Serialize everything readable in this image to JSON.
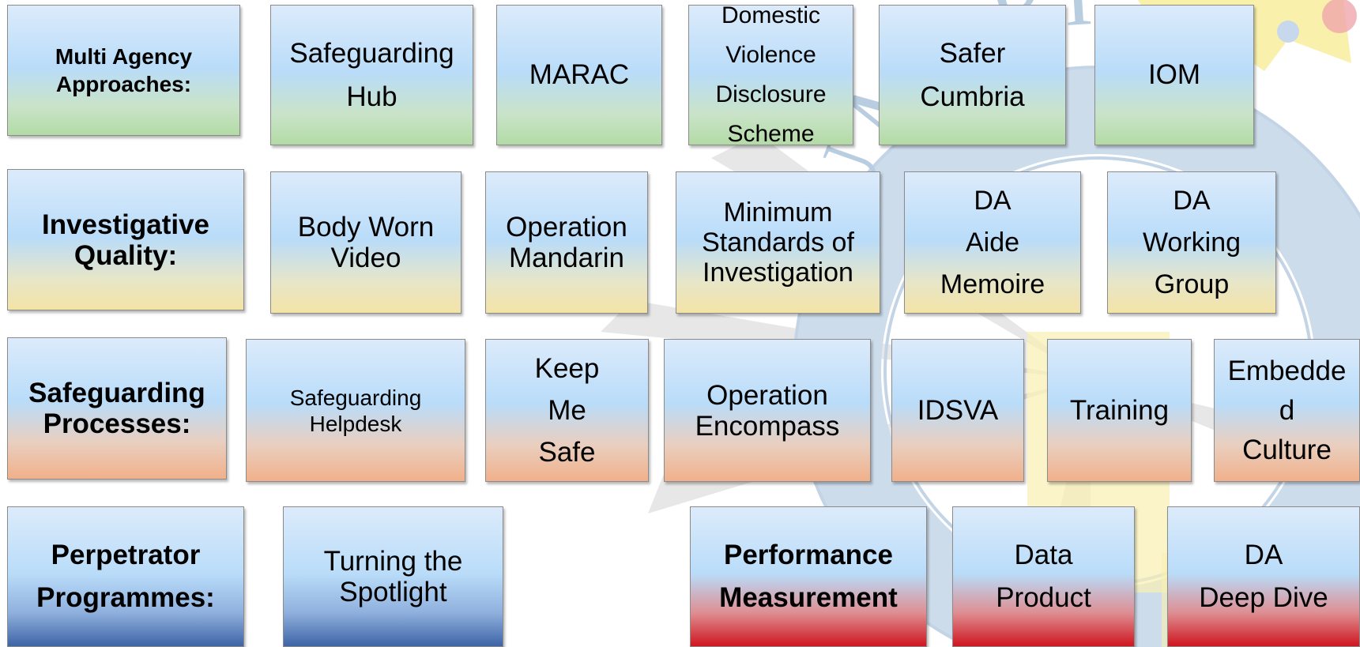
{
  "rows": {
    "multi_agency": {
      "header": "Multi Agency\nApproaches:",
      "items": [
        "Safeguarding\nHub",
        "MARAC",
        "Domestic\nViolence\nDisclosure\nScheme",
        "Safer\nCumbria",
        "IOM"
      ]
    },
    "investigative": {
      "header": "Investigative\nQuality:",
      "items": [
        "Body Worn\nVideo",
        "Operation\nMandarin",
        "Minimum\nStandards of\nInvestigation",
        "DA\nAide\nMemoire",
        "DA\nWorking\nGroup"
      ]
    },
    "safeguarding": {
      "header": "Safeguarding\nProcesses:",
      "items": [
        "Safeguarding\nHelpdesk",
        "Keep\nMe\nSafe",
        "Operation\nEncompass",
        "IDSVA",
        "Training",
        "Embedde\nd\nCulture"
      ]
    },
    "perpetrator": {
      "header": "Perpetrator\nProgrammes:",
      "items": [
        "Turning the\nSpotlight"
      ]
    },
    "performance": {
      "header": "Performance\nMeasurement",
      "items": [
        "Data\nProduct",
        "DA\nDeep Dive"
      ]
    }
  },
  "colors": {
    "row1_accent": "#b3dba6",
    "row2_accent": "#f3e3a6",
    "row3_accent": "#f1b08a",
    "row4_accent": "#3d64a6",
    "row4_alt_accent": "#cf151f",
    "box_top": "#b9dcf9",
    "watermark_blue": "#b8cde0",
    "watermark_gold": "#f6ec9a"
  },
  "watermark": {
    "text": "CUMBRIA",
    "visible_text": "UMBRI"
  }
}
